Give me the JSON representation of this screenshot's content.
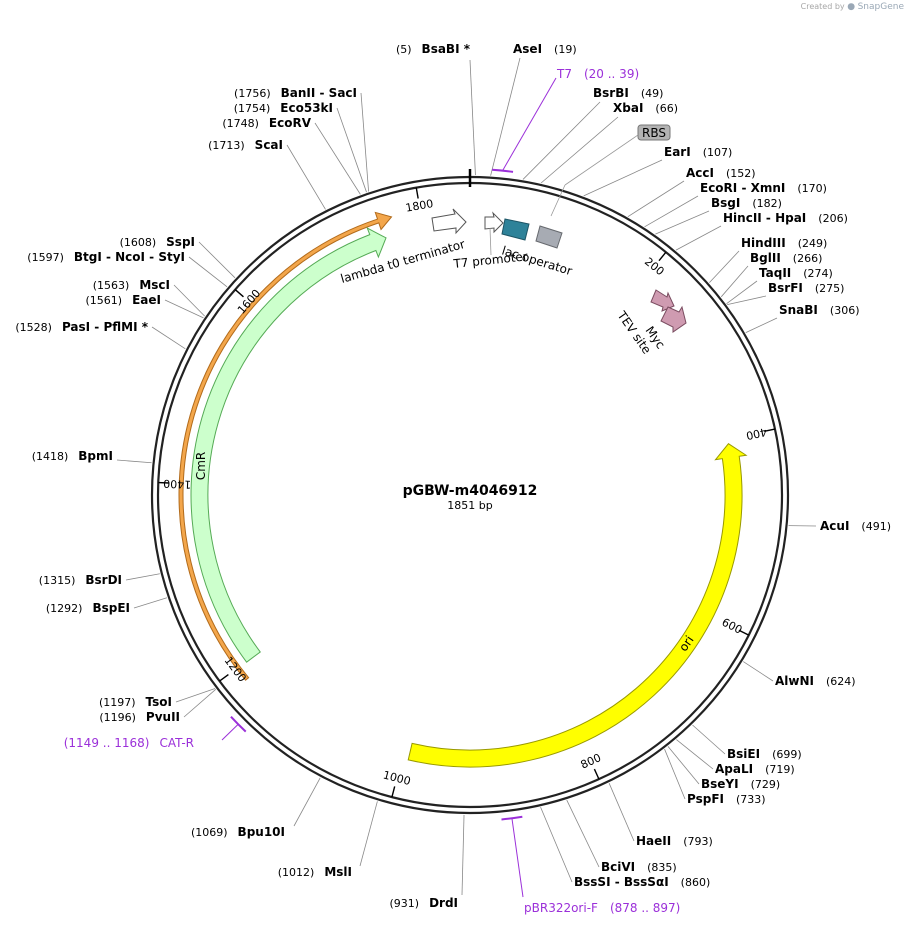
{
  "credit": {
    "created_by": "Created by",
    "brand": "SnapGene"
  },
  "plasmid": {
    "name": "pGBW-m4046912",
    "length_label": "1851 bp",
    "length": 1851
  },
  "ring_ticks": [
    {
      "value": 200,
      "label": "200"
    },
    {
      "value": 400,
      "label": "400"
    },
    {
      "value": 600,
      "label": "600"
    },
    {
      "value": 800,
      "label": "800"
    },
    {
      "value": 1000,
      "label": "1000"
    },
    {
      "value": 1200,
      "label": "1200"
    },
    {
      "value": 1400,
      "label": "1400"
    },
    {
      "value": 1600,
      "label": "1600"
    },
    {
      "value": 1800,
      "label": "1800"
    }
  ],
  "sites": [
    {
      "pos": 5,
      "names": [
        "BsaBI *"
      ],
      "pos_label": "(5)",
      "side": "left"
    },
    {
      "pos": 19,
      "names": [
        "AseI"
      ],
      "pos_label": "(19)",
      "side": "right"
    },
    {
      "pos": 49,
      "names": [
        "BsrBI"
      ],
      "pos_label": "(49)",
      "side": "right"
    },
    {
      "pos": 66,
      "names": [
        "XbaI"
      ],
      "pos_label": "(66)",
      "side": "right"
    },
    {
      "pos": 107,
      "names": [
        "EarI"
      ],
      "pos_label": "(107)",
      "side": "right"
    },
    {
      "pos": 152,
      "names": [
        "AccI"
      ],
      "pos_label": "(152)",
      "side": "right"
    },
    {
      "pos": 170,
      "names": [
        "EcoRI",
        "XmnI"
      ],
      "pos_label": "(170)",
      "side": "right"
    },
    {
      "pos": 182,
      "names": [
        "BsgI"
      ],
      "pos_label": "(182)",
      "side": "right"
    },
    {
      "pos": 206,
      "names": [
        "HincII",
        "HpaI"
      ],
      "pos_label": "(206)",
      "side": "right"
    },
    {
      "pos": 249,
      "names": [
        "HindIII"
      ],
      "pos_label": "(249)",
      "side": "right"
    },
    {
      "pos": 266,
      "names": [
        "BglII"
      ],
      "pos_label": "(266)",
      "side": "right"
    },
    {
      "pos": 274,
      "names": [
        "TaqII"
      ],
      "pos_label": "(274)",
      "side": "right"
    },
    {
      "pos": 275,
      "names": [
        "BsrFI"
      ],
      "pos_label": "(275)",
      "side": "right"
    },
    {
      "pos": 306,
      "names": [
        "SnaBI"
      ],
      "pos_label": "(306)",
      "side": "right"
    },
    {
      "pos": 491,
      "names": [
        "AcuI"
      ],
      "pos_label": "(491)",
      "side": "right"
    },
    {
      "pos": 624,
      "names": [
        "AlwNI"
      ],
      "pos_label": "(624)",
      "side": "right"
    },
    {
      "pos": 699,
      "names": [
        "BsiEI"
      ],
      "pos_label": "(699)",
      "side": "right"
    },
    {
      "pos": 719,
      "names": [
        "ApaLI"
      ],
      "pos_label": "(719)",
      "side": "right"
    },
    {
      "pos": 729,
      "names": [
        "BseYI"
      ],
      "pos_label": "(729)",
      "side": "right"
    },
    {
      "pos": 733,
      "names": [
        "PspFI"
      ],
      "pos_label": "(733)",
      "side": "right"
    },
    {
      "pos": 793,
      "names": [
        "HaeII"
      ],
      "pos_label": "(793)",
      "side": "right"
    },
    {
      "pos": 835,
      "names": [
        "BciVI"
      ],
      "pos_label": "(835)",
      "side": "right"
    },
    {
      "pos": 860,
      "names": [
        "BssSI",
        "BssSαI"
      ],
      "pos_label": "(860)",
      "side": "right"
    },
    {
      "pos": 931,
      "names": [
        "DrdI"
      ],
      "pos_label": "(931)",
      "side": "left"
    },
    {
      "pos": 1012,
      "names": [
        "MslI"
      ],
      "pos_label": "(1012)",
      "side": "left"
    },
    {
      "pos": 1069,
      "names": [
        "Bpu10I"
      ],
      "pos_label": "(1069)",
      "side": "left"
    },
    {
      "pos": 1196,
      "names": [
        "PvuII"
      ],
      "pos_label": "(1196)",
      "side": "left"
    },
    {
      "pos": 1197,
      "names": [
        "TsoI"
      ],
      "pos_label": "(1197)",
      "side": "left"
    },
    {
      "pos": 1292,
      "names": [
        "BspEI"
      ],
      "pos_label": "(1292)",
      "side": "left"
    },
    {
      "pos": 1315,
      "names": [
        "BsrDI"
      ],
      "pos_label": "(1315)",
      "side": "left"
    },
    {
      "pos": 1418,
      "names": [
        "BpmI"
      ],
      "pos_label": "(1418)",
      "side": "left"
    },
    {
      "pos": 1528,
      "names": [
        "PasI",
        "PflMI *"
      ],
      "pos_label": "(1528)",
      "side": "left"
    },
    {
      "pos": 1561,
      "names": [
        "EaeI"
      ],
      "pos_label": "(1561)",
      "side": "left"
    },
    {
      "pos": 1563,
      "names": [
        "MscI"
      ],
      "pos_label": "(1563)",
      "side": "left"
    },
    {
      "pos": 1597,
      "names": [
        "BtgI",
        "NcoI",
        "StyI"
      ],
      "pos_label": "(1597)",
      "side": "left"
    },
    {
      "pos": 1608,
      "names": [
        "SspI"
      ],
      "pos_label": "(1608)",
      "side": "left"
    },
    {
      "pos": 1713,
      "names": [
        "ScaI"
      ],
      "pos_label": "(1713)",
      "side": "left"
    },
    {
      "pos": 1748,
      "names": [
        "EcoRV"
      ],
      "pos_label": "(1748)",
      "side": "left"
    },
    {
      "pos": 1754,
      "names": [
        "Eco53kI"
      ],
      "pos_label": "(1754)",
      "side": "left"
    },
    {
      "pos": 1756,
      "names": [
        "BanII",
        "SacI"
      ],
      "pos_label": "(1756)",
      "side": "left"
    }
  ],
  "primers": [
    {
      "name": "T7",
      "range_label": "(20 .. 39)",
      "start": 20,
      "end": 39,
      "side": "right"
    },
    {
      "name": "pBR322ori-F",
      "range_label": "(878 .. 897)",
      "start": 878,
      "end": 897,
      "side": "right"
    },
    {
      "name": "CAT-R",
      "range_label": "(1149 .. 1168)",
      "start": 1149,
      "end": 1168,
      "side": "left"
    }
  ],
  "features": [
    {
      "name": "ori",
      "start": 405,
      "end": 993,
      "direction": "ccw",
      "color": "#ffff00",
      "stroke": "#999900",
      "label": "ori"
    },
    {
      "name": "CmR",
      "start": 1199,
      "end": 1758,
      "direction": "cw",
      "color": "#ccffcc",
      "stroke": "#55aa55",
      "label": "CmR"
    },
    {
      "name": "CmR-gene",
      "start": 1185,
      "end": 1770,
      "direction": "cw",
      "color": "#f3a64b",
      "stroke": "#b26b1b",
      "label": ""
    },
    {
      "name": "lambda t0 terminator",
      "label": "lambda t0 terminator",
      "color": "#ffffff"
    },
    {
      "name": "T7 promoter",
      "label": "T7 promoter",
      "color": "#ffffff"
    },
    {
      "name": "lac operator",
      "label": "lac operator",
      "color": "#2e8299"
    },
    {
      "name": "RBS",
      "label": "RBS",
      "color": "#b3b3b3"
    },
    {
      "name": "Myc",
      "label": "Myc",
      "color": "#cf9bb1"
    },
    {
      "name": "TEV site",
      "label": "TEV site",
      "color": "#cf9bb1"
    },
    {
      "name": "extra-gray-box",
      "label": "",
      "color": "#a7abb3"
    }
  ],
  "colors": {
    "backbone": "#333333",
    "primer": "#9b30d9",
    "leader": "#808080"
  }
}
